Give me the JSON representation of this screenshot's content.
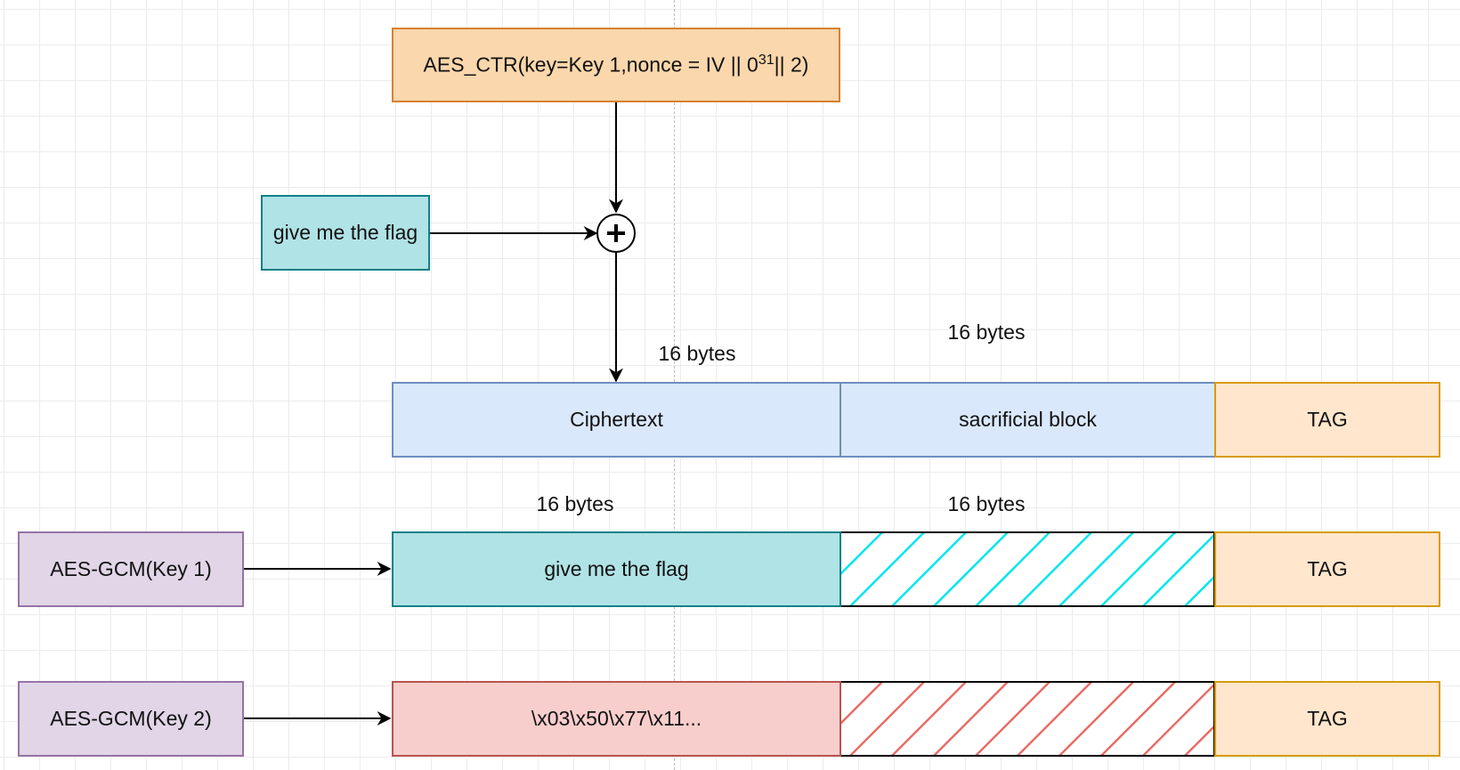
{
  "ctr_box": {
    "text": "AES_CTR(key=Key 1,nonce = IV || 0",
    "exponent": "31",
    "tail": "|| 2)"
  },
  "plaintext_box": "give me the flag",
  "xor_symbol": "+",
  "ciphertext_row": {
    "size_label_1": "16 bytes",
    "size_label_2": "16 bytes",
    "block_1": "Ciphertext",
    "block_2": "sacrificial block",
    "tag": "TAG"
  },
  "key1_row": {
    "source": "AES-GCM(Key 1)",
    "size_label_1": "16 bytes",
    "size_label_2": "16 bytes",
    "block_1": "give me the flag",
    "tag": "TAG"
  },
  "key2_row": {
    "source": "AES-GCM(Key 2)",
    "block_1": "\\x03\\x50\\x77\\x11...",
    "tag": "TAG"
  },
  "colors": {
    "orange_fill": "#fad7ac",
    "orange_stroke": "#d68130",
    "teal_fill": "#b0e3e6",
    "teal_stroke": "#0e8088",
    "blue_fill": "#dae8fc",
    "blue_stroke": "#6c8ebf",
    "tag_fill": "#ffe6cc",
    "tag_stroke": "#d79b00",
    "purple_fill": "#e1d5e7",
    "purple_stroke": "#9673a6",
    "red_fill": "#f8cecc",
    "red_stroke": "#b85450",
    "hatch_cyan": "#00e5ee",
    "hatch_red": "#ea6b66"
  }
}
